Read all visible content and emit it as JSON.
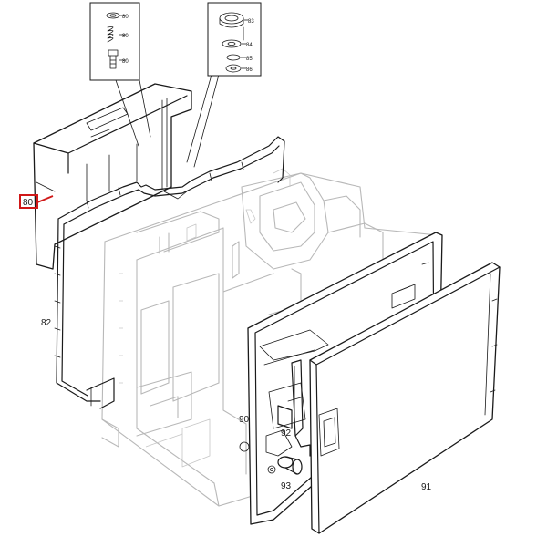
{
  "diagram": {
    "highlighted_part": "80",
    "accent_color": "#d01818",
    "labels": {
      "p80": "80",
      "p82": "82",
      "p90": "90",
      "p91": "91",
      "p92": "92",
      "p93": "93"
    },
    "inset_left": {
      "labels": [
        "80",
        "80",
        "80"
      ]
    },
    "inset_right": {
      "labels": [
        "83",
        "84",
        "85",
        "86"
      ]
    }
  }
}
